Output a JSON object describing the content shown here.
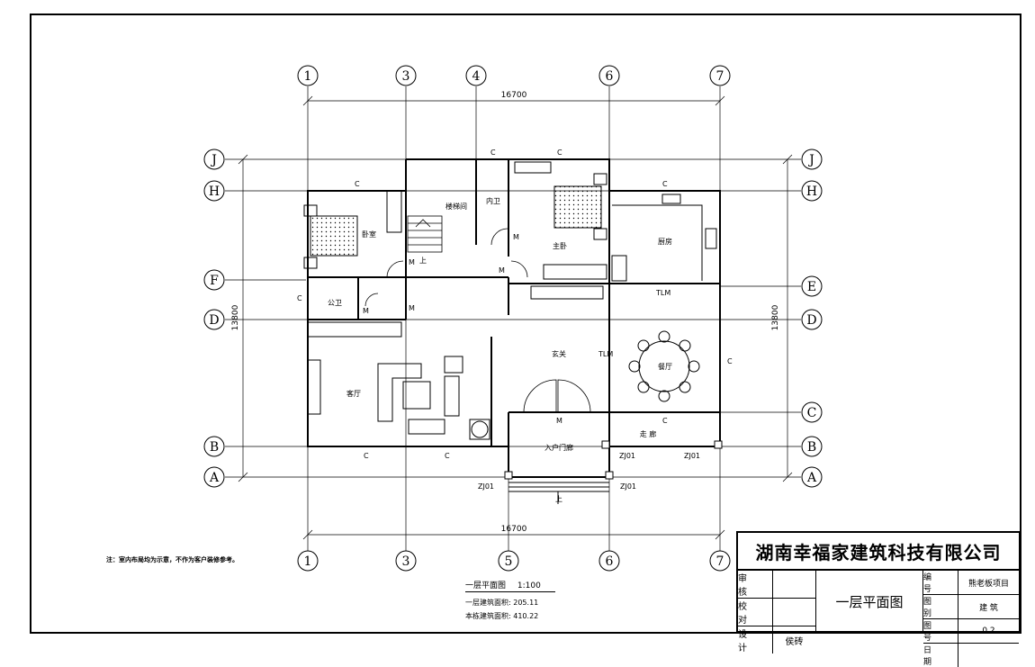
{
  "axes_top": [
    "1",
    "3",
    "4",
    "6",
    "7"
  ],
  "axes_bottom": [
    "1",
    "3",
    "5",
    "6",
    "7"
  ],
  "axes_left": [
    "J",
    "H",
    "F",
    "D",
    "B",
    "A"
  ],
  "axes_right": [
    "J",
    "H",
    "E",
    "D",
    "C",
    "B",
    "A"
  ],
  "dims": {
    "top": "16700",
    "bottom": "16700",
    "left": "13800",
    "right": "13800"
  },
  "rooms": {
    "bedroom": "卧室",
    "stairs": "楼梯间",
    "inner_bath": "内卫",
    "master_bedroom": "主卧",
    "kitchen": "厨房",
    "public_bath": "公卫",
    "living_room": "客厅",
    "foyer": "玄关",
    "dining": "餐厅",
    "corridor": "走  廊",
    "entrance": "入户门廊"
  },
  "marks": {
    "C": "C",
    "M": "M",
    "TLM": "TLM",
    "ZJ01": "ZJ01",
    "up": "上"
  },
  "note": "注：室内布局均为示意，不作为客户装修参考。",
  "caption": {
    "title": "一层平面图",
    "scale": "1:100",
    "area1_label": "一层建筑面积:",
    "area1_value": "205.11",
    "area2_label": "本栋建筑面积:",
    "area2_value": "410.22"
  },
  "titleblock": {
    "company": "湖南幸福家建筑科技有限公司",
    "review_label": "审 核",
    "check_label": "校 对",
    "design_label": "设 计",
    "designer": "侯砖",
    "drawing_name": "一层平面图",
    "number_label": "编 号",
    "number_value": "熊老板项目",
    "category_label": "图 别",
    "category_value": "建 筑",
    "sheet_label": "图 号",
    "sheet_value": "0 2",
    "date_label": "日 期"
  }
}
